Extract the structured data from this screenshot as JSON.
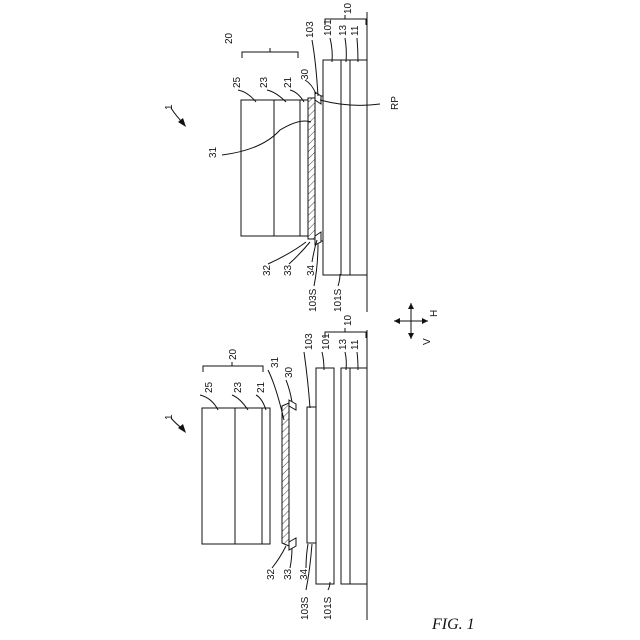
{
  "figure": {
    "caption": "FIG. 1",
    "assembly_label": "1",
    "axis_labels": {
      "horizontal": "H",
      "vertical": "V"
    }
  },
  "top_view": {
    "labels": {
      "l20": "20",
      "l25": "25",
      "l23": "23",
      "l21": "21",
      "l30": "30",
      "l103": "103",
      "l101": "101",
      "l13": "13",
      "l11": "11",
      "l10": "10",
      "lRP": "RP",
      "l31": "31",
      "l32": "32",
      "l33": "33",
      "l34": "34",
      "l103S": "103S",
      "l101S": "101S"
    }
  },
  "bottom_view": {
    "labels": {
      "l20": "20",
      "l25": "25",
      "l23": "23",
      "l21": "21",
      "l31": "31",
      "l30": "30",
      "l103": "103",
      "l101": "101",
      "l13": "13",
      "l11": "11",
      "l10": "10",
      "l32": "32",
      "l33": "33",
      "l34": "34",
      "l103S": "103S",
      "l101S": "101S"
    }
  }
}
